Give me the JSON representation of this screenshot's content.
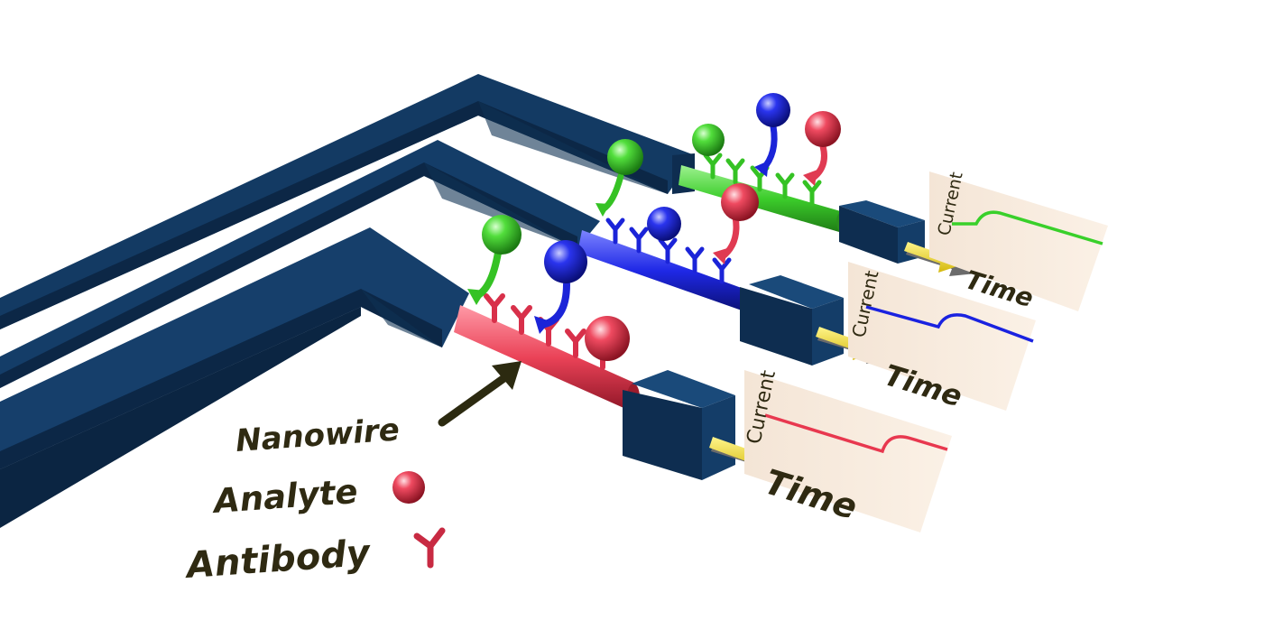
{
  "legend": {
    "nanowire": "Nanowire",
    "analyte": "Analyte",
    "antibody": "Antibody"
  },
  "panels": [
    {
      "id": "green",
      "y_label": "Current",
      "x_label": "Time",
      "trace_color": "#39d02a"
    },
    {
      "id": "blue",
      "y_label": "Current",
      "x_label": "Time",
      "trace_color": "#1a22e0"
    },
    {
      "id": "red",
      "y_label": "Current",
      "x_label": "Time",
      "trace_color": "#e8384f"
    }
  ],
  "colors": {
    "channel_top": "#133a63",
    "channel_side": "#0c2746",
    "channel_dark": "#071a30",
    "panel_bg": "#fbefe0",
    "arrow_yellow": "#f2e21c",
    "arrow_grey": "#6b6b6b",
    "text_dark": "#2f2a12",
    "green": "#39d02a",
    "blue": "#1a22e0",
    "red": "#e8384f"
  },
  "icons": {
    "analyte": "sphere-icon",
    "antibody": "y-antibody-icon",
    "pointer": "arrow-icon"
  }
}
